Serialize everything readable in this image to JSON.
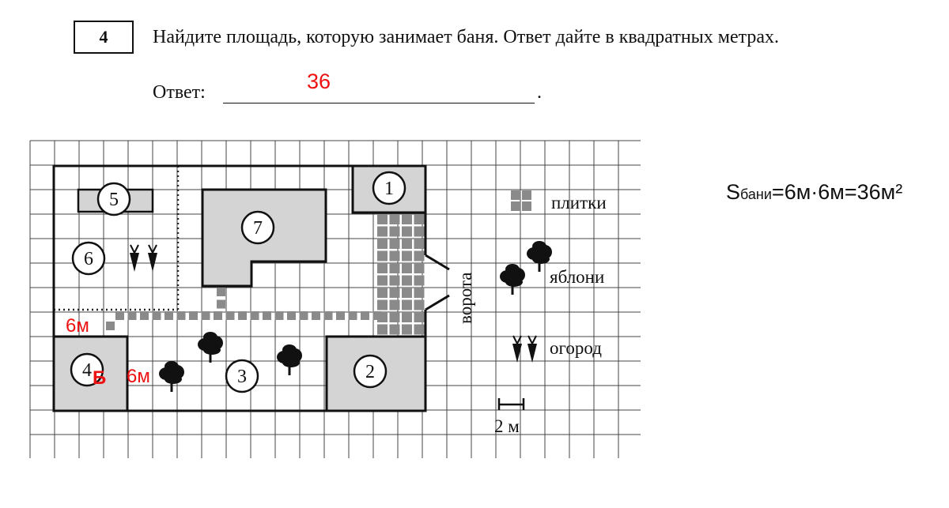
{
  "task": {
    "number": "4",
    "question": "Найдите площадь, которую занимает баня. Ответ дайте в квадратных метрах.",
    "answer_label": "Ответ:",
    "answer_value": "36",
    "answer_end": "."
  },
  "plan": {
    "objects": [
      "1",
      "2",
      "3",
      "4",
      "5",
      "6",
      "7"
    ],
    "gate_label": "ворота",
    "legend": {
      "tiles": "плитки",
      "apple_trees": "яблони",
      "garden": "огород"
    },
    "scale": "2 м"
  },
  "annotations": {
    "side_top": "6м",
    "side_right": "6м",
    "bathhouse_mark": "Б"
  },
  "formula": {
    "s": "S",
    "sub": "бани",
    "expr": "=6м·6м=36м²"
  },
  "colors": {
    "accent": "#ee1111",
    "fill_gray": "#d4d4d4",
    "tile_gray": "#8a8a8a"
  }
}
